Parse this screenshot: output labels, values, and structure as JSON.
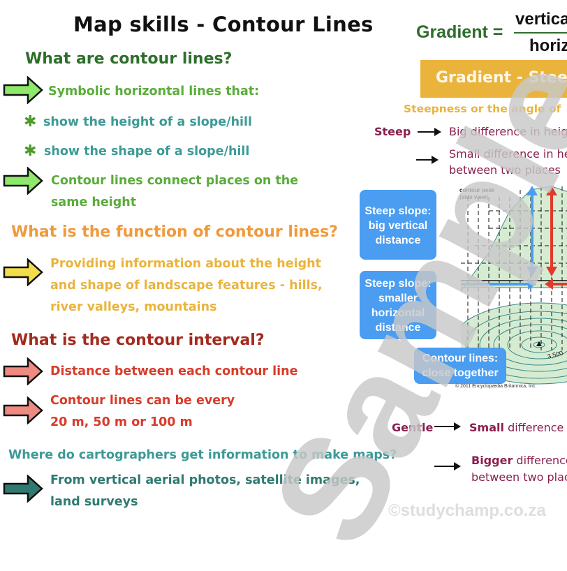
{
  "page": {
    "title": "Map skills - Contour Lines"
  },
  "sections": {
    "what_are": {
      "heading": "What are contour lines?",
      "heading_color": "#2e6e2c",
      "point1": "Symbolic horizontal lines that:",
      "bullet1": "show the height of a slope/hill",
      "bullet2": "show the shape of a slope/hill",
      "point2_line1": "Contour lines connect places on the",
      "point2_line2": "same height",
      "arrow_color": "#8ee86a",
      "text_color": "#5aac3a",
      "bullet_color": "#3d9a96"
    },
    "function": {
      "heading": "What is the function of contour lines?",
      "heading_color": "#ef9a3c",
      "line1": "Providing information about the height",
      "line2": "and shape of landscape features - hills,",
      "line3": "river valleys, mountains",
      "arrow_color": "#f3dd4a",
      "text_color": "#eab43c"
    },
    "interval": {
      "heading": "What is the contour interval?",
      "heading_color": "#a32a1e",
      "point1": "Distance between each contour line",
      "point2_line1": "Contour lines can be every",
      "point2_line2": "20 m, 50 m or 100 m",
      "arrow_color": "#ee8a80",
      "text_color": "#d83b2a"
    },
    "cartographers": {
      "heading": "Where do cartographers get information to make maps?",
      "heading_color": "#3d9a96",
      "line1": "From vertical aerial photos, satellite images,",
      "line2": "land surveys",
      "arrow_color": "#2f7a70",
      "text_color": "#2f7a70"
    }
  },
  "gradient": {
    "label": "Gradient =",
    "numerator": "vertical",
    "denominator": "horizontal",
    "banner": "Gradient - Steepness",
    "banner_color": "#eab43c",
    "subtitle": "Steepness or the angle of",
    "steep_label": "Steep",
    "steep_desc": "Big difference in height",
    "small_diff_line1": "Small difference in height",
    "small_diff_line2": "between two places",
    "gentle_label": "Gentle",
    "gentle_desc_bold": "Small",
    "gentle_desc": "difference",
    "bigger_bold": "Bigger",
    "bigger_desc": "difference",
    "bigger_line2": "between two places"
  },
  "diagram": {
    "caption_top_line1": "contour peak",
    "caption_top_line2": "(side view)",
    "bubble1_line1": "Steep slope:",
    "bubble1_line2": "big vertical",
    "bubble1_line3": "distance",
    "bubble2_line1": "Steep slope:",
    "bubble2_line2": "smaller",
    "bubble2_line3": "horizontal",
    "bubble2_line4": "distance",
    "bubble3_line1": "Contour lines:",
    "bubble3_line2": "close together",
    "elevation_label": "3,500",
    "credit": "© 2011 Encyclopædia Britannica, Inc.",
    "bubble_color": "#4a9df0",
    "vertical_arrow_color": "#4a9df0",
    "horizontal_arrow_color": "#e03a2a"
  },
  "watermarks": {
    "sample": "Sample",
    "site": "©studychamp.co.za"
  }
}
